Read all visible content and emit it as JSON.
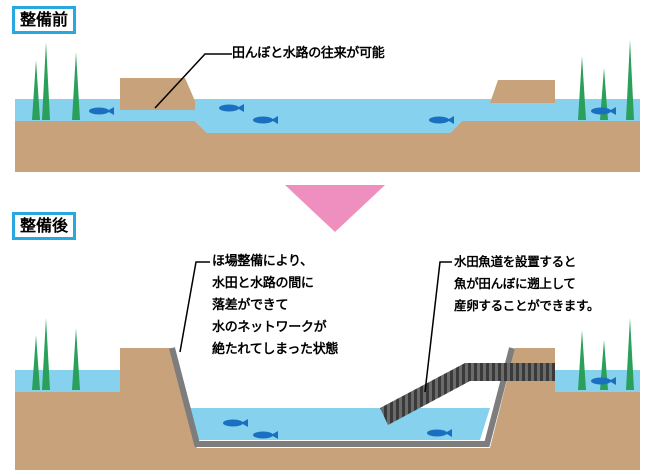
{
  "before": {
    "label": "整備前",
    "callout": "田んぼと水路の往来が可能"
  },
  "after": {
    "label": "整備後",
    "callout_left": [
      "ほ場整備により、",
      "水田と水路の間に",
      "落差ができて",
      "水のネットワークが",
      "絶たれてしまった状態"
    ],
    "callout_right": [
      "水田魚道を設置すると",
      "魚が田んぼに遡上して",
      "産卵することができます。"
    ]
  },
  "colors": {
    "water": "#86d2ee",
    "soil": "#c7a27a",
    "plant": "#2aa05a",
    "fish": "#1a6fc1",
    "arrow": "#ee8fbf",
    "concrete": "#7d7d7d",
    "label_border": "#29a8e0"
  }
}
